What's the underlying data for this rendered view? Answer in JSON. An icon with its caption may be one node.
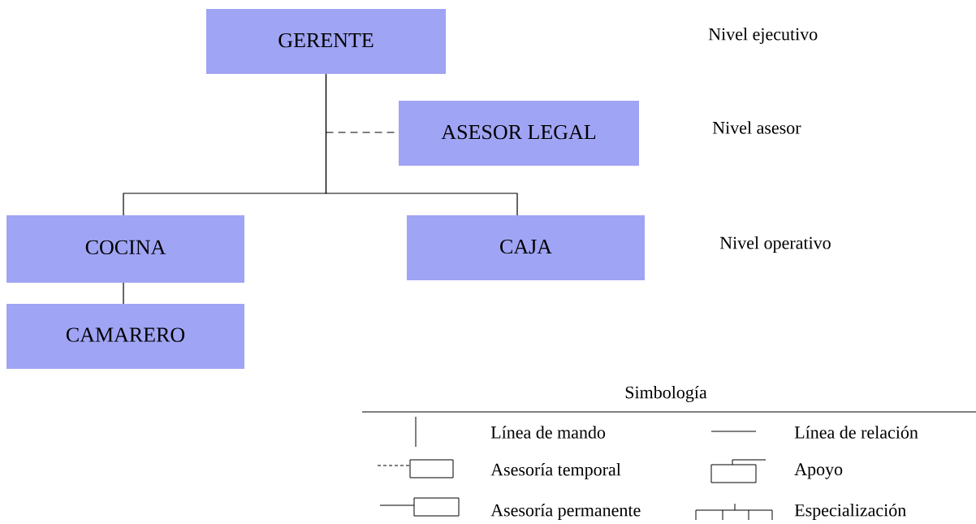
{
  "diagram": {
    "nodes": [
      {
        "text": [
          "GERENTE"
        ]
      },
      {
        "text": [
          "ASESOR LEGAL"
        ]
      },
      {
        "text": [
          "COCINA"
        ]
      },
      {
        "text": [
          "CAJA"
        ]
      },
      {
        "text": [
          "CAMARERO"
        ]
      }
    ],
    "edges": [
      {
        "from": 0,
        "to": 1,
        "arrow": "none",
        "style": "dashed"
      },
      {
        "from": 0,
        "to": 2,
        "arrow": "none"
      },
      {
        "from": 0,
        "to": 3,
        "arrow": "none"
      },
      {
        "from": 2,
        "to": 4,
        "arrow": "none"
      }
    ],
    "labels": [
      "Nivel ejecutivo",
      "Nivel asesor",
      "Nivel operativo",
      "Simbología"
    ],
    "legend": [
      {
        "text": "Línea de mando"
      },
      {
        "text": "Línea de relación"
      },
      {
        "text": "Asesoría temporal"
      },
      {
        "text": "Apoyo"
      },
      {
        "text": "Asesoría permanente"
      },
      {
        "text": "Especialización"
      }
    ]
  }
}
